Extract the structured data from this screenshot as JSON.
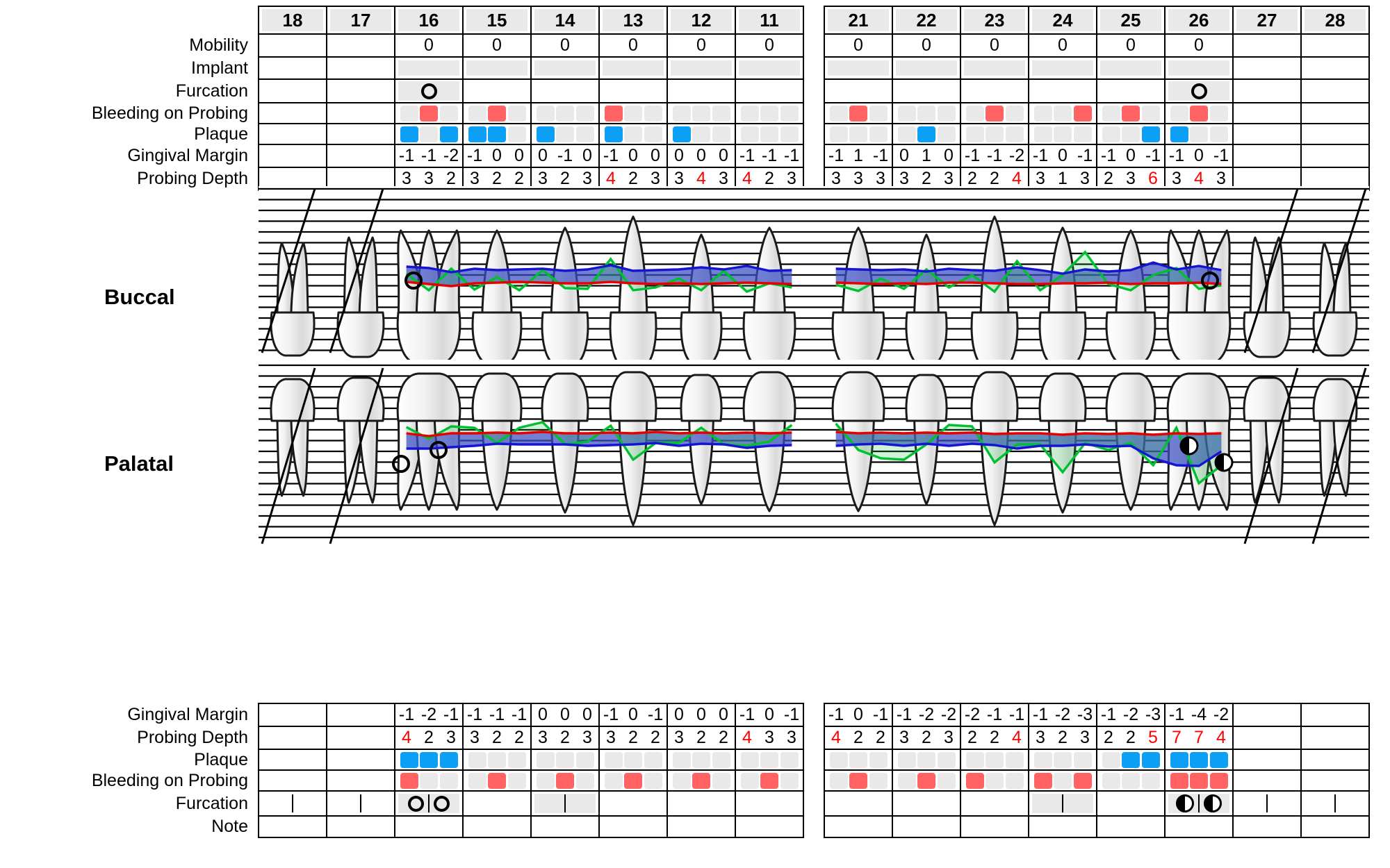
{
  "meta": {
    "title": "Periodontal Chart",
    "colors": {
      "bop": "#ff6363",
      "plaque": "#0d9ef5",
      "deep_pocket_text": "#ff0000",
      "cej_line": "#ff0000",
      "pocket_line": "#0000ff",
      "margin_line": "#00a000",
      "cell_shade": "#e9e9e9"
    }
  },
  "side_labels": {
    "buccal": "Buccal",
    "palatal": "Palatal"
  },
  "row_labels_top": [
    "Mobility",
    "Implant",
    "Furcation",
    "Bleeding on Probing",
    "Plaque",
    "Gingival Margin",
    "Probing Depth"
  ],
  "row_labels_bottom": [
    "Gingival Margin",
    "Probing Depth",
    "Plaque",
    "Bleeding on Probing",
    "Furcation",
    "Note"
  ],
  "quadrants": {
    "left": {
      "teeth": [
        "18",
        "17",
        "16",
        "15",
        "14",
        "13",
        "12",
        "11"
      ]
    },
    "right": {
      "teeth": [
        "21",
        "22",
        "23",
        "24",
        "25",
        "26",
        "27",
        "28"
      ]
    }
  },
  "buccal": {
    "left": [
      {
        "tooth": "18",
        "mobility": "",
        "implant": false,
        "furcation": [],
        "bop": [
          0,
          0,
          0
        ],
        "plaque": [
          0,
          0,
          0
        ],
        "margin": [
          "",
          "",
          ""
        ],
        "depth": [
          "",
          "",
          ""
        ],
        "depth_flags": [
          0,
          0,
          0
        ]
      },
      {
        "tooth": "17",
        "mobility": "",
        "implant": false,
        "furcation": [],
        "bop": [
          0,
          0,
          0
        ],
        "plaque": [
          0,
          0,
          0
        ],
        "margin": [
          "",
          "",
          ""
        ],
        "depth": [
          "",
          "",
          ""
        ],
        "depth_flags": [
          0,
          0,
          0
        ]
      },
      {
        "tooth": "16",
        "mobility": "0",
        "implant": true,
        "furcation": [
          "ring"
        ],
        "bop": [
          0,
          1,
          0
        ],
        "plaque": [
          1,
          0,
          1
        ],
        "margin": [
          "-1",
          "-1",
          "-2"
        ],
        "depth": [
          "3",
          "3",
          "2"
        ],
        "depth_flags": [
          0,
          0,
          0
        ]
      },
      {
        "tooth": "15",
        "mobility": "0",
        "implant": true,
        "furcation": [],
        "bop": [
          0,
          1,
          0
        ],
        "plaque": [
          1,
          1,
          0
        ],
        "margin": [
          "-1",
          "0",
          "0"
        ],
        "depth": [
          "3",
          "2",
          "2"
        ],
        "depth_flags": [
          0,
          0,
          0
        ]
      },
      {
        "tooth": "14",
        "mobility": "0",
        "implant": true,
        "furcation": [],
        "bop": [
          0,
          0,
          0
        ],
        "plaque": [
          1,
          0,
          0
        ],
        "margin": [
          "0",
          "-1",
          "0"
        ],
        "depth": [
          "3",
          "2",
          "3"
        ],
        "depth_flags": [
          0,
          0,
          0
        ]
      },
      {
        "tooth": "13",
        "mobility": "0",
        "implant": true,
        "furcation": [],
        "bop": [
          1,
          0,
          0
        ],
        "plaque": [
          1,
          0,
          0
        ],
        "margin": [
          "-1",
          "0",
          "0"
        ],
        "depth": [
          "4",
          "2",
          "3"
        ],
        "depth_flags": [
          1,
          0,
          0
        ]
      },
      {
        "tooth": "12",
        "mobility": "0",
        "implant": true,
        "furcation": [],
        "bop": [
          0,
          0,
          0
        ],
        "plaque": [
          1,
          0,
          0
        ],
        "margin": [
          "0",
          "0",
          "0"
        ],
        "depth": [
          "3",
          "4",
          "3"
        ],
        "depth_flags": [
          0,
          1,
          0
        ]
      },
      {
        "tooth": "11",
        "mobility": "0",
        "implant": true,
        "furcation": [],
        "bop": [
          0,
          0,
          0
        ],
        "plaque": [
          0,
          0,
          0
        ],
        "margin": [
          "-1",
          "-1",
          "-1"
        ],
        "depth": [
          "4",
          "2",
          "3"
        ],
        "depth_flags": [
          1,
          0,
          0
        ]
      }
    ],
    "right": [
      {
        "tooth": "21",
        "mobility": "0",
        "implant": true,
        "furcation": [],
        "bop": [
          0,
          1,
          0
        ],
        "plaque": [
          0,
          0,
          0
        ],
        "margin": [
          "-1",
          "1",
          "-1"
        ],
        "depth": [
          "3",
          "3",
          "3"
        ],
        "depth_flags": [
          0,
          0,
          0
        ]
      },
      {
        "tooth": "22",
        "mobility": "0",
        "implant": true,
        "furcation": [],
        "bop": [
          0,
          0,
          0
        ],
        "plaque": [
          0,
          1,
          0
        ],
        "margin": [
          "0",
          "1",
          "0"
        ],
        "depth": [
          "3",
          "2",
          "3"
        ],
        "depth_flags": [
          0,
          0,
          0
        ]
      },
      {
        "tooth": "23",
        "mobility": "0",
        "implant": true,
        "furcation": [],
        "bop": [
          0,
          1,
          0
        ],
        "plaque": [
          0,
          0,
          0
        ],
        "margin": [
          "-1",
          "-1",
          "-2"
        ],
        "depth": [
          "2",
          "2",
          "4"
        ],
        "depth_flags": [
          0,
          0,
          1
        ]
      },
      {
        "tooth": "24",
        "mobility": "0",
        "implant": true,
        "furcation": [],
        "bop": [
          0,
          0,
          1
        ],
        "plaque": [
          0,
          0,
          0
        ],
        "margin": [
          "-1",
          "0",
          "-1"
        ],
        "depth": [
          "3",
          "1",
          "3"
        ],
        "depth_flags": [
          0,
          0,
          0
        ]
      },
      {
        "tooth": "25",
        "mobility": "0",
        "implant": true,
        "furcation": [],
        "bop": [
          0,
          1,
          0
        ],
        "plaque": [
          0,
          0,
          1
        ],
        "margin": [
          "-1",
          "0",
          "-1"
        ],
        "depth": [
          "2",
          "3",
          "6"
        ],
        "depth_flags": [
          0,
          0,
          1
        ]
      },
      {
        "tooth": "26",
        "mobility": "0",
        "implant": true,
        "furcation": [
          "ring"
        ],
        "bop": [
          0,
          1,
          0
        ],
        "plaque": [
          1,
          0,
          0
        ],
        "margin": [
          "-1",
          "0",
          "-1"
        ],
        "depth": [
          "3",
          "4",
          "3"
        ],
        "depth_flags": [
          0,
          1,
          0
        ]
      },
      {
        "tooth": "27",
        "mobility": "",
        "implant": false,
        "furcation": [],
        "bop": [
          0,
          0,
          0
        ],
        "plaque": [
          0,
          0,
          0
        ],
        "margin": [
          "",
          "",
          ""
        ],
        "depth": [
          "",
          "",
          ""
        ],
        "depth_flags": [
          0,
          0,
          0
        ]
      },
      {
        "tooth": "28",
        "mobility": "",
        "implant": false,
        "furcation": [],
        "bop": [
          0,
          0,
          0
        ],
        "plaque": [
          0,
          0,
          0
        ],
        "margin": [
          "",
          "",
          ""
        ],
        "depth": [
          "",
          "",
          ""
        ],
        "depth_flags": [
          0,
          0,
          0
        ]
      }
    ]
  },
  "palatal": {
    "left": [
      {
        "tooth": "18",
        "margin": [
          "",
          "",
          ""
        ],
        "depth": [
          "",
          "",
          ""
        ],
        "depth_flags": [
          0,
          0,
          0
        ],
        "plaque": [
          0,
          0,
          0
        ],
        "bop": [
          0,
          0,
          0
        ],
        "furcation": "tick",
        "note": ""
      },
      {
        "tooth": "17",
        "margin": [
          "",
          "",
          ""
        ],
        "depth": [
          "",
          "",
          ""
        ],
        "depth_flags": [
          0,
          0,
          0
        ],
        "plaque": [
          0,
          0,
          0
        ],
        "bop": [
          0,
          0,
          0
        ],
        "furcation": "tick",
        "note": ""
      },
      {
        "tooth": "16",
        "margin": [
          "-1",
          "-2",
          "-1"
        ],
        "depth": [
          "4",
          "2",
          "3"
        ],
        "depth_flags": [
          1,
          0,
          0
        ],
        "plaque": [
          1,
          1,
          1
        ],
        "bop": [
          1,
          0,
          0
        ],
        "furcation": "ring-tick-ring",
        "note": ""
      },
      {
        "tooth": "15",
        "margin": [
          "-1",
          "-1",
          "-1"
        ],
        "depth": [
          "3",
          "2",
          "2"
        ],
        "depth_flags": [
          0,
          0,
          0
        ],
        "plaque": [
          0,
          0,
          0
        ],
        "bop": [
          0,
          1,
          0
        ],
        "furcation": "none",
        "note": ""
      },
      {
        "tooth": "14",
        "margin": [
          "0",
          "0",
          "0"
        ],
        "depth": [
          "3",
          "2",
          "3"
        ],
        "depth_flags": [
          0,
          0,
          0
        ],
        "plaque": [
          0,
          0,
          0
        ],
        "bop": [
          0,
          1,
          0
        ],
        "furcation": "shade-tick",
        "note": ""
      },
      {
        "tooth": "13",
        "margin": [
          "-1",
          "0",
          "-1"
        ],
        "depth": [
          "3",
          "2",
          "2"
        ],
        "depth_flags": [
          0,
          0,
          0
        ],
        "plaque": [
          0,
          0,
          0
        ],
        "bop": [
          0,
          1,
          0
        ],
        "furcation": "none",
        "note": ""
      },
      {
        "tooth": "12",
        "margin": [
          "0",
          "0",
          "0"
        ],
        "depth": [
          "3",
          "2",
          "2"
        ],
        "depth_flags": [
          0,
          0,
          0
        ],
        "plaque": [
          0,
          0,
          0
        ],
        "bop": [
          0,
          1,
          0
        ],
        "furcation": "none",
        "note": ""
      },
      {
        "tooth": "11",
        "margin": [
          "-1",
          "0",
          "-1"
        ],
        "depth": [
          "4",
          "3",
          "3"
        ],
        "depth_flags": [
          1,
          0,
          0
        ],
        "plaque": [
          0,
          0,
          0
        ],
        "bop": [
          0,
          1,
          0
        ],
        "furcation": "none",
        "note": ""
      }
    ],
    "right": [
      {
        "tooth": "21",
        "margin": [
          "-1",
          "0",
          "-1"
        ],
        "depth": [
          "4",
          "2",
          "2"
        ],
        "depth_flags": [
          1,
          0,
          0
        ],
        "plaque": [
          0,
          0,
          0
        ],
        "bop": [
          0,
          1,
          0
        ],
        "furcation": "none",
        "note": ""
      },
      {
        "tooth": "22",
        "margin": [
          "-1",
          "-2",
          "-2"
        ],
        "depth": [
          "3",
          "2",
          "3"
        ],
        "depth_flags": [
          0,
          0,
          0
        ],
        "plaque": [
          0,
          0,
          0
        ],
        "bop": [
          0,
          1,
          0
        ],
        "furcation": "none",
        "note": ""
      },
      {
        "tooth": "23",
        "margin": [
          "-2",
          "-1",
          "-1"
        ],
        "depth": [
          "2",
          "2",
          "4"
        ],
        "depth_flags": [
          0,
          0,
          1
        ],
        "plaque": [
          0,
          0,
          0
        ],
        "bop": [
          1,
          0,
          0
        ],
        "furcation": "none",
        "note": ""
      },
      {
        "tooth": "24",
        "margin": [
          "-1",
          "-2",
          "-3"
        ],
        "depth": [
          "3",
          "2",
          "3"
        ],
        "depth_flags": [
          0,
          0,
          0
        ],
        "plaque": [
          0,
          0,
          0
        ],
        "bop": [
          1,
          0,
          1
        ],
        "furcation": "shade-tick",
        "note": ""
      },
      {
        "tooth": "25",
        "margin": [
          "-1",
          "-2",
          "-3"
        ],
        "depth": [
          "2",
          "2",
          "5"
        ],
        "depth_flags": [
          0,
          0,
          1
        ],
        "plaque": [
          0,
          1,
          1
        ],
        "bop": [
          0,
          0,
          0
        ],
        "furcation": "none",
        "note": ""
      },
      {
        "tooth": "26",
        "margin": [
          "-1",
          "-4",
          "-2"
        ],
        "depth": [
          "7",
          "7",
          "4"
        ],
        "depth_flags": [
          1,
          1,
          1
        ],
        "plaque": [
          1,
          1,
          1
        ],
        "bop": [
          1,
          1,
          1
        ],
        "furcation": "half-tick-half",
        "note": ""
      },
      {
        "tooth": "27",
        "margin": [
          "",
          "",
          ""
        ],
        "depth": [
          "",
          "",
          ""
        ],
        "depth_flags": [
          0,
          0,
          0
        ],
        "plaque": [
          0,
          0,
          0
        ],
        "bop": [
          0,
          0,
          0
        ],
        "furcation": "tick",
        "note": ""
      },
      {
        "tooth": "28",
        "margin": [
          "",
          "",
          ""
        ],
        "depth": [
          "",
          "",
          ""
        ],
        "depth_flags": [
          0,
          0,
          0
        ],
        "plaque": [
          0,
          0,
          0
        ],
        "bop": [
          0,
          0,
          0
        ],
        "furcation": "tick",
        "note": ""
      }
    ]
  },
  "icons": {
    "furcation_ring": "circle-icon",
    "furcation_half": "half-filled-circle-icon",
    "furcation_tick": "vertical-tick-icon"
  }
}
